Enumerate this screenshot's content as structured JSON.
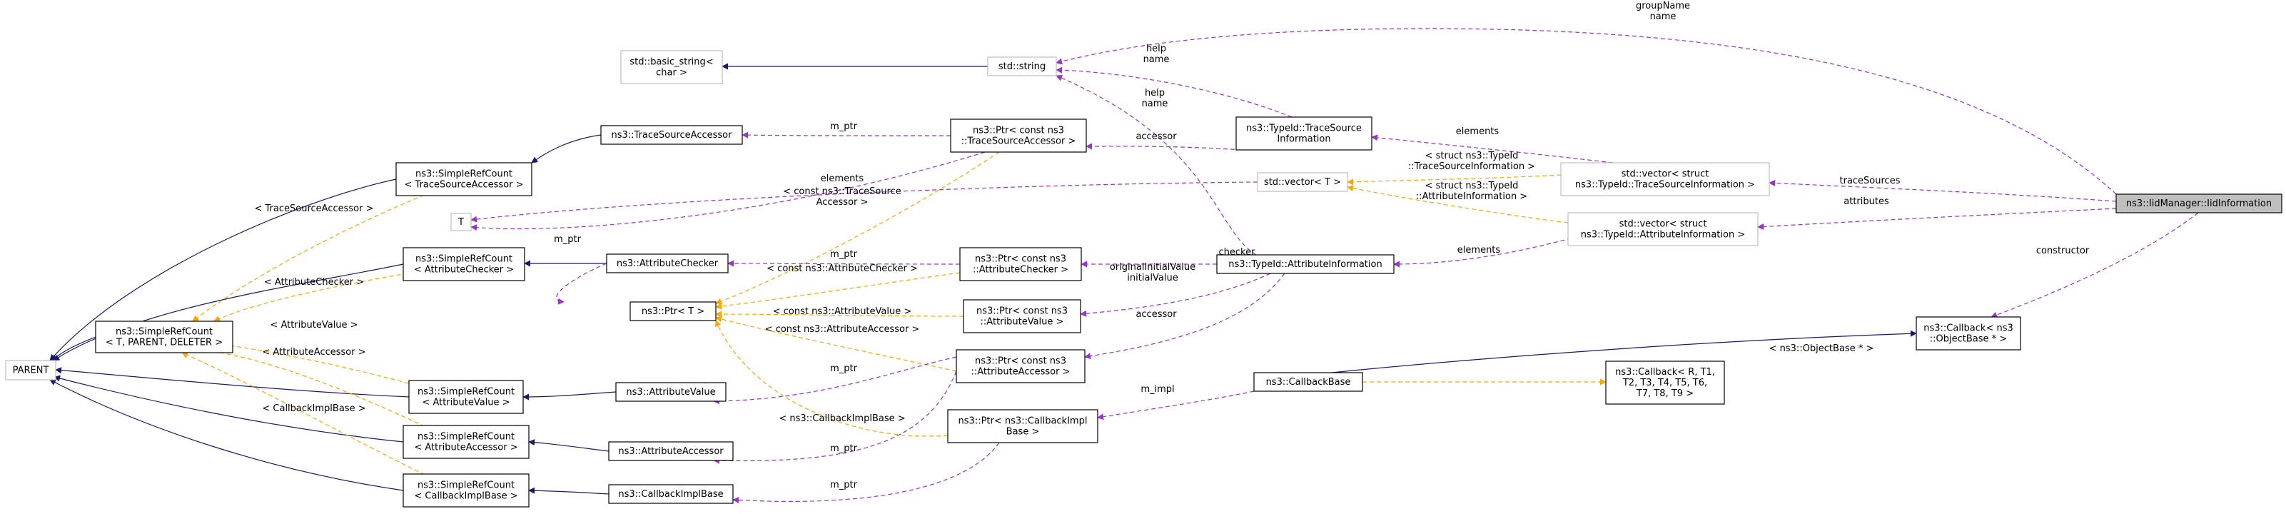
{
  "colors": {
    "inherit": "#191970",
    "member": "#9a32cd",
    "template": "#ffa500",
    "node_border": "#000000",
    "node_border_light": "#bfbfbf",
    "highlight_fill": "#bfbfbf"
  },
  "nodes": [
    {
      "id": "parent",
      "lines": [
        "PARENT"
      ],
      "style": "light"
    },
    {
      "id": "simplerefcount",
      "lines": [
        "ns3::SimpleRefCount",
        "< T, PARENT, DELETER >"
      ],
      "style": "normal"
    },
    {
      "id": "T",
      "lines": [
        "T"
      ],
      "style": "light"
    },
    {
      "id": "basic_string",
      "lines": [
        "std::basic_string<",
        "char >"
      ],
      "style": "light"
    },
    {
      "id": "std_string",
      "lines": [
        "std::string"
      ],
      "style": "light"
    },
    {
      "id": "src_tsa",
      "lines": [
        "ns3::SimpleRefCount",
        "< TraceSourceAccessor >"
      ],
      "style": "normal"
    },
    {
      "id": "src_ac",
      "lines": [
        "ns3::SimpleRefCount",
        "< AttributeChecker >"
      ],
      "style": "normal"
    },
    {
      "id": "src_av",
      "lines": [
        "ns3::SimpleRefCount",
        "< AttributeValue >"
      ],
      "style": "normal"
    },
    {
      "id": "src_aa",
      "lines": [
        "ns3::SimpleRefCount",
        "< AttributeAccessor >"
      ],
      "style": "normal"
    },
    {
      "id": "src_cib",
      "lines": [
        "ns3::SimpleRefCount",
        "< CallbackImplBase >"
      ],
      "style": "normal"
    },
    {
      "id": "tsa",
      "lines": [
        "ns3::TraceSourceAccessor"
      ],
      "style": "normal"
    },
    {
      "id": "ac",
      "lines": [
        "ns3::AttributeChecker"
      ],
      "style": "normal"
    },
    {
      "id": "ptrT",
      "lines": [
        "ns3::Ptr< T >"
      ],
      "style": "normal"
    },
    {
      "id": "av",
      "lines": [
        "ns3::AttributeValue"
      ],
      "style": "normal"
    },
    {
      "id": "aa",
      "lines": [
        "ns3::AttributeAccessor"
      ],
      "style": "normal"
    },
    {
      "id": "cib",
      "lines": [
        "ns3::CallbackImplBase"
      ],
      "style": "normal"
    },
    {
      "id": "ptr_tsa",
      "lines": [
        "ns3::Ptr< const ns3",
        "::TraceSourceAccessor >"
      ],
      "style": "normal"
    },
    {
      "id": "ptr_ac",
      "lines": [
        "ns3::Ptr< const ns3",
        "::AttributeChecker >"
      ],
      "style": "normal"
    },
    {
      "id": "ptr_av",
      "lines": [
        "ns3::Ptr< const ns3",
        "::AttributeValue >"
      ],
      "style": "normal"
    },
    {
      "id": "ptr_aa",
      "lines": [
        "ns3::Ptr< const ns3",
        "::AttributeAccessor >"
      ],
      "style": "normal"
    },
    {
      "id": "ptr_cib",
      "lines": [
        "ns3::Ptr< ns3::CallbackImpl",
        "Base >"
      ],
      "style": "normal"
    },
    {
      "id": "vecT",
      "lines": [
        "std::vector< T >"
      ],
      "style": "light"
    },
    {
      "id": "tsi",
      "lines": [
        "ns3::TypeId::TraceSource",
        "Information"
      ],
      "style": "normal"
    },
    {
      "id": "ai",
      "lines": [
        "ns3::TypeId::AttributeInformation"
      ],
      "style": "normal"
    },
    {
      "id": "cbbase",
      "lines": [
        "ns3::CallbackBase"
      ],
      "style": "normal"
    },
    {
      "id": "cb_full",
      "lines": [
        "ns3::Callback< R, T1,",
        "T2, T3, T4, T5, T6,",
        "T7, T8, T9 >"
      ],
      "style": "normal"
    },
    {
      "id": "vec_tsi",
      "lines": [
        "std::vector< struct",
        "ns3::TypeId::TraceSourceInformation >"
      ],
      "style": "light"
    },
    {
      "id": "vec_ai",
      "lines": [
        "std::vector< struct",
        "ns3::TypeId::AttributeInformation >"
      ],
      "style": "light"
    },
    {
      "id": "cb_ob",
      "lines": [
        "ns3::Callback< ns3",
        "::ObjectBase * >"
      ],
      "style": "normal"
    },
    {
      "id": "iidinfo",
      "lines": [
        "ns3::IidManager::IidInformation"
      ],
      "style": "highlight"
    }
  ],
  "edge_labels": [
    {
      "id": "lbl_groupname",
      "lines": [
        "groupName",
        "name"
      ]
    },
    {
      "id": "lbl_help1",
      "lines": [
        "help",
        "name"
      ]
    },
    {
      "id": "lbl_help2",
      "lines": [
        "help",
        "name"
      ]
    },
    {
      "id": "lbl_mptr_tsa",
      "lines": [
        "m_ptr"
      ]
    },
    {
      "id": "lbl_accessor1",
      "lines": [
        "accessor"
      ]
    },
    {
      "id": "lbl_elements_tsi",
      "lines": [
        "elements"
      ]
    },
    {
      "id": "lbl_struct_tsi",
      "lines": [
        "< struct ns3::TypeId",
        "::TraceSourceInformation >"
      ]
    },
    {
      "id": "lbl_struct_ai",
      "lines": [
        "< struct ns3::TypeId",
        "::AttributeInformation >"
      ]
    },
    {
      "id": "lbl_tracesources",
      "lines": [
        "traceSources"
      ]
    },
    {
      "id": "lbl_attributes",
      "lines": [
        "attributes"
      ]
    },
    {
      "id": "lbl_elements_T",
      "lines": [
        "elements"
      ]
    },
    {
      "id": "lbl_const_tsa",
      "lines": [
        "< const ns3::TraceSource",
        "Accessor >"
      ]
    },
    {
      "id": "lbl_tsa_tmpl",
      "lines": [
        "< TraceSourceAccessor >"
      ]
    },
    {
      "id": "lbl_mptr_T",
      "lines": [
        "m_ptr"
      ]
    },
    {
      "id": "lbl_mptr_ac",
      "lines": [
        "m_ptr"
      ]
    },
    {
      "id": "lbl_checker",
      "lines": [
        "checker"
      ]
    },
    {
      "id": "lbl_elements_ai",
      "lines": [
        "elements"
      ]
    },
    {
      "id": "lbl_ac_tmpl",
      "lines": [
        "< AttributeChecker >"
      ]
    },
    {
      "id": "lbl_const_ac",
      "lines": [
        "< const ns3::AttributeChecker >"
      ]
    },
    {
      "id": "lbl_initval",
      "lines": [
        "originalInitialValue",
        "initialValue"
      ]
    },
    {
      "id": "lbl_constructor",
      "lines": [
        "constructor"
      ]
    },
    {
      "id": "lbl_av_tmpl",
      "lines": [
        "< AttributeValue >"
      ]
    },
    {
      "id": "lbl_const_av",
      "lines": [
        "< const ns3::AttributeValue >"
      ]
    },
    {
      "id": "lbl_accessor2",
      "lines": [
        "accessor"
      ]
    },
    {
      "id": "lbl_aa_tmpl",
      "lines": [
        "< AttributeAccessor >"
      ]
    },
    {
      "id": "lbl_const_aa",
      "lines": [
        "< const ns3::AttributeAccessor >"
      ]
    },
    {
      "id": "lbl_objectbase",
      "lines": [
        "< ns3::ObjectBase * >"
      ]
    },
    {
      "id": "lbl_mptr_av",
      "lines": [
        "m_ptr"
      ]
    },
    {
      "id": "lbl_mimpl",
      "lines": [
        "m_impl"
      ]
    },
    {
      "id": "lbl_cib_tmpl",
      "lines": [
        "< CallbackImplBase >"
      ]
    },
    {
      "id": "lbl_const_cib",
      "lines": [
        "< ns3::CallbackImplBase >"
      ]
    },
    {
      "id": "lbl_mptr_aa",
      "lines": [
        "m_ptr"
      ]
    },
    {
      "id": "lbl_mptr_cib",
      "lines": [
        "m_ptr"
      ]
    }
  ],
  "edges": [
    {
      "id": "e1",
      "kind": "inherit"
    },
    {
      "id": "e2",
      "kind": "inherit"
    },
    {
      "id": "e3",
      "kind": "inherit"
    },
    {
      "id": "e4",
      "kind": "inherit"
    },
    {
      "id": "e5",
      "kind": "inherit"
    },
    {
      "id": "e6",
      "kind": "inherit"
    },
    {
      "id": "e7",
      "kind": "inherit"
    },
    {
      "id": "e8",
      "kind": "inherit"
    },
    {
      "id": "e9",
      "kind": "inherit"
    },
    {
      "id": "e10",
      "kind": "inherit"
    },
    {
      "id": "e11",
      "kind": "inherit"
    },
    {
      "id": "e12",
      "kind": "inherit"
    },
    {
      "id": "e13",
      "kind": "inherit"
    },
    {
      "id": "e14",
      "kind": "template"
    },
    {
      "id": "e15",
      "kind": "template"
    },
    {
      "id": "e16",
      "kind": "template"
    },
    {
      "id": "e17",
      "kind": "template"
    },
    {
      "id": "e18",
      "kind": "template"
    },
    {
      "id": "e19",
      "kind": "template"
    },
    {
      "id": "e20",
      "kind": "template"
    },
    {
      "id": "e21",
      "kind": "template"
    },
    {
      "id": "e22",
      "kind": "template"
    },
    {
      "id": "e23",
      "kind": "template"
    },
    {
      "id": "e24",
      "kind": "template"
    },
    {
      "id": "e25",
      "kind": "template"
    },
    {
      "id": "e26",
      "kind": "template"
    },
    {
      "id": "e27",
      "kind": "member"
    },
    {
      "id": "e28",
      "kind": "member"
    },
    {
      "id": "e29",
      "kind": "member"
    },
    {
      "id": "e30",
      "kind": "member"
    },
    {
      "id": "e31",
      "kind": "member"
    },
    {
      "id": "e32",
      "kind": "member"
    },
    {
      "id": "e33",
      "kind": "member"
    },
    {
      "id": "e34",
      "kind": "member"
    },
    {
      "id": "e35",
      "kind": "member"
    },
    {
      "id": "e36",
      "kind": "member"
    },
    {
      "id": "e37",
      "kind": "member"
    },
    {
      "id": "e38",
      "kind": "member"
    },
    {
      "id": "e39",
      "kind": "member"
    },
    {
      "id": "e40",
      "kind": "member"
    },
    {
      "id": "e41",
      "kind": "member"
    },
    {
      "id": "e42",
      "kind": "member"
    },
    {
      "id": "e43",
      "kind": "member"
    },
    {
      "id": "e44",
      "kind": "member"
    },
    {
      "id": "e45",
      "kind": "member"
    },
    {
      "id": "e46",
      "kind": "member"
    },
    {
      "id": "e47",
      "kind": "member"
    }
  ]
}
